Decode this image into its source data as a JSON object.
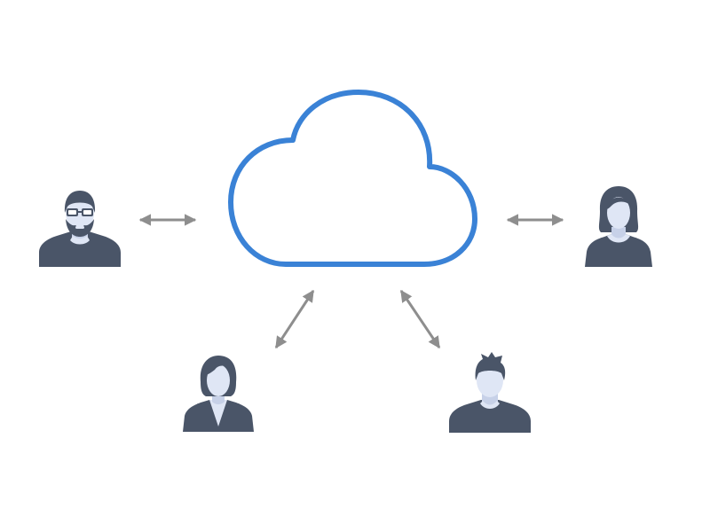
{
  "colors": {
    "cloud_stroke": "#3a82d6",
    "arrow": "#8e8e8e",
    "person_dark": "#4a5568",
    "person_skin": "#dfe6f5",
    "person_shade": "#c7d1e8",
    "glasses": "#ffffff"
  },
  "diagram": {
    "center": {
      "name": "cloud",
      "icon": "cloud-icon"
    },
    "users": [
      {
        "name": "user-left",
        "icon": "bearded-man-glasses-icon"
      },
      {
        "name": "user-right",
        "icon": "woman-icon"
      },
      {
        "name": "user-bottom-left",
        "icon": "woman-bob-hair-icon"
      },
      {
        "name": "user-bottom-right",
        "icon": "man-spiky-hair-icon"
      }
    ],
    "connections": [
      {
        "from": "cloud",
        "to": "user-left",
        "type": "bidirectional"
      },
      {
        "from": "cloud",
        "to": "user-right",
        "type": "bidirectional"
      },
      {
        "from": "cloud",
        "to": "user-bottom-left",
        "type": "bidirectional"
      },
      {
        "from": "cloud",
        "to": "user-bottom-right",
        "type": "bidirectional"
      }
    ]
  }
}
